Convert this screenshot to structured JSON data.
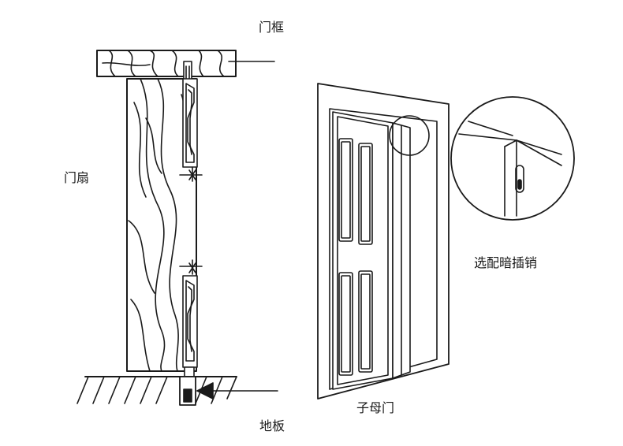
{
  "labels": {
    "door_frame": "门框",
    "door_leaf": "门扇",
    "floor": "地板",
    "mother_child_door": "子母门",
    "concealed_bolt_option": "选配暗插销"
  },
  "colors": {
    "line": "#1a1a1a",
    "background": "#ffffff"
  }
}
